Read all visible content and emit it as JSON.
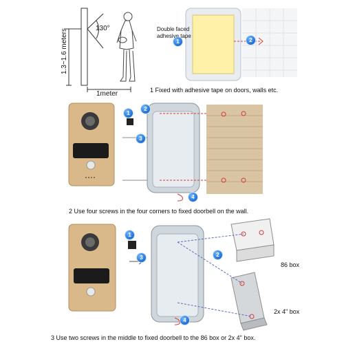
{
  "section1": {
    "height_label": "1.3~1.6 meters",
    "angle_label": "130°",
    "distance_label": "1meter",
    "tape_label_line1": "Double faced",
    "tape_label_line2": "adhesive tape",
    "step_caption": "1 Fixed with adhesive tape on doors, walls etc.",
    "badges": [
      "1",
      "2"
    ]
  },
  "section2": {
    "caption": "2  Use four screws in the four corners to fixed doorbell on the wall.",
    "badges": [
      "1",
      "2",
      "3",
      "4"
    ]
  },
  "section3": {
    "box86_label": "86 box",
    "box2x4_label": "2x 4\" box",
    "caption": "3 Use two screws in the middle to fixed doorbell to the 86 box or 2x 4\" box.",
    "badges": [
      "1",
      "2",
      "3",
      "4"
    ]
  },
  "colors": {
    "doorbell_gold": "#d9b98a",
    "badge_blue": "#1e6fd6",
    "tape_yellow": "#fff2a8",
    "marker_red": "#d33a3a"
  }
}
